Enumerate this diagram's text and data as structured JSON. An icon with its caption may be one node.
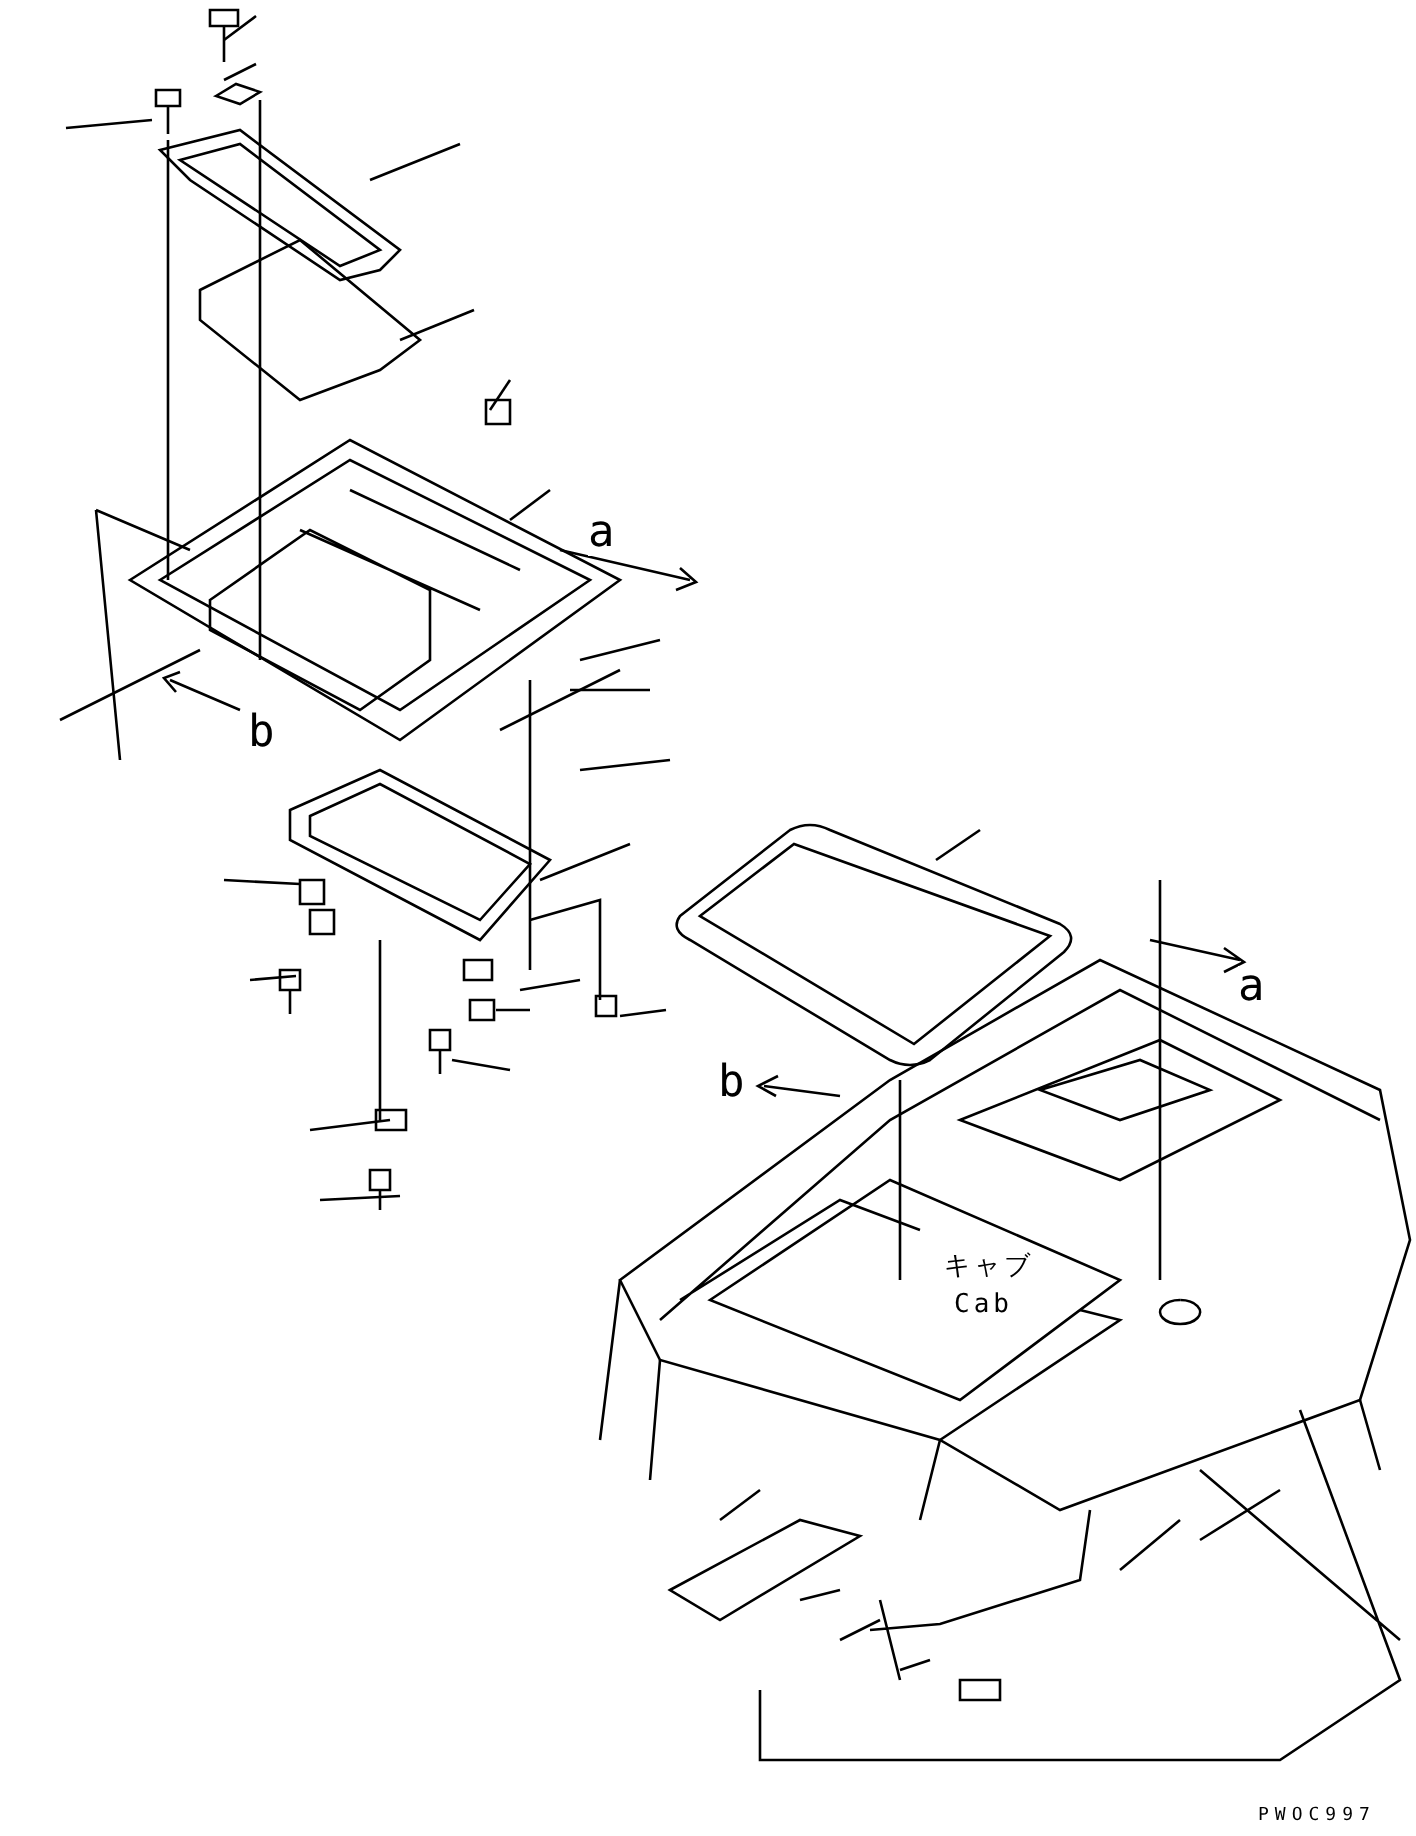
{
  "diagram": {
    "labels": [
      "a",
      "b",
      "b",
      "a",
      "キャブ",
      "Cab",
      "PWOC997"
    ]
  }
}
